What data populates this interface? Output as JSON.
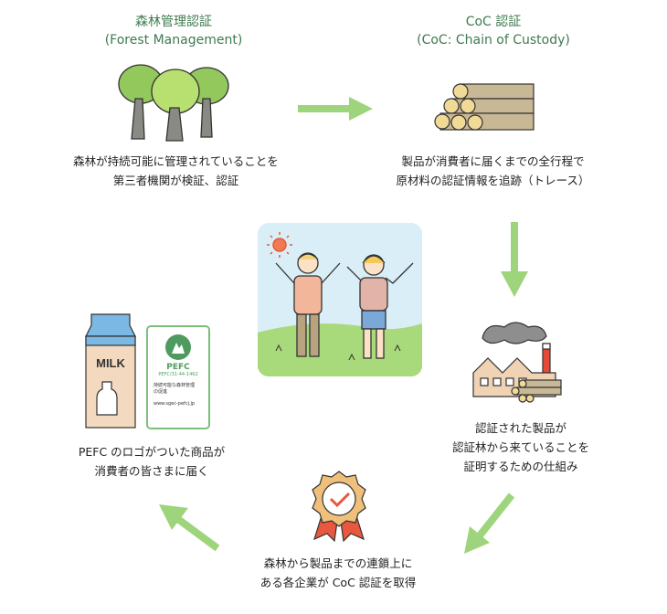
{
  "forest_management": {
    "title": "森林管理認証",
    "subtitle": "(Forest Management)",
    "desc_line1": "森林が持続可能に管理されていることを",
    "desc_line2": "第三者機関が検証、認証"
  },
  "coc": {
    "title": "CoC 認証",
    "subtitle": "(CoC: Chain of Custody)",
    "desc_line1": "製品が消費者に届くまでの全行程で",
    "desc_line2": "原材料の認証情報を追跡（トレース）"
  },
  "factory": {
    "desc_line1": "認証された製品が",
    "desc_line2": "認証林から来ていることを",
    "desc_line3": "証明するための仕組み"
  },
  "companies": {
    "desc_line1": "森林から製品までの連鎖上に",
    "desc_line2": "ある各企業が CoC 認証を取得"
  },
  "consumer": {
    "desc_line1": "PEFC のロゴがついた商品が",
    "desc_line2": "消費者の皆さまに届く"
  },
  "milk_carton": {
    "label": "MILK"
  },
  "pefc_label": {
    "brand": "PEFC",
    "code": "PEFC/31-44-1462",
    "text_line1": "持続可能な森林管理",
    "text_line2": "の促進",
    "url": "www.sgec-pefcj.jp"
  },
  "colors": {
    "accent_green": "#3f7a4f",
    "arrow_green": "#9ed47b"
  }
}
